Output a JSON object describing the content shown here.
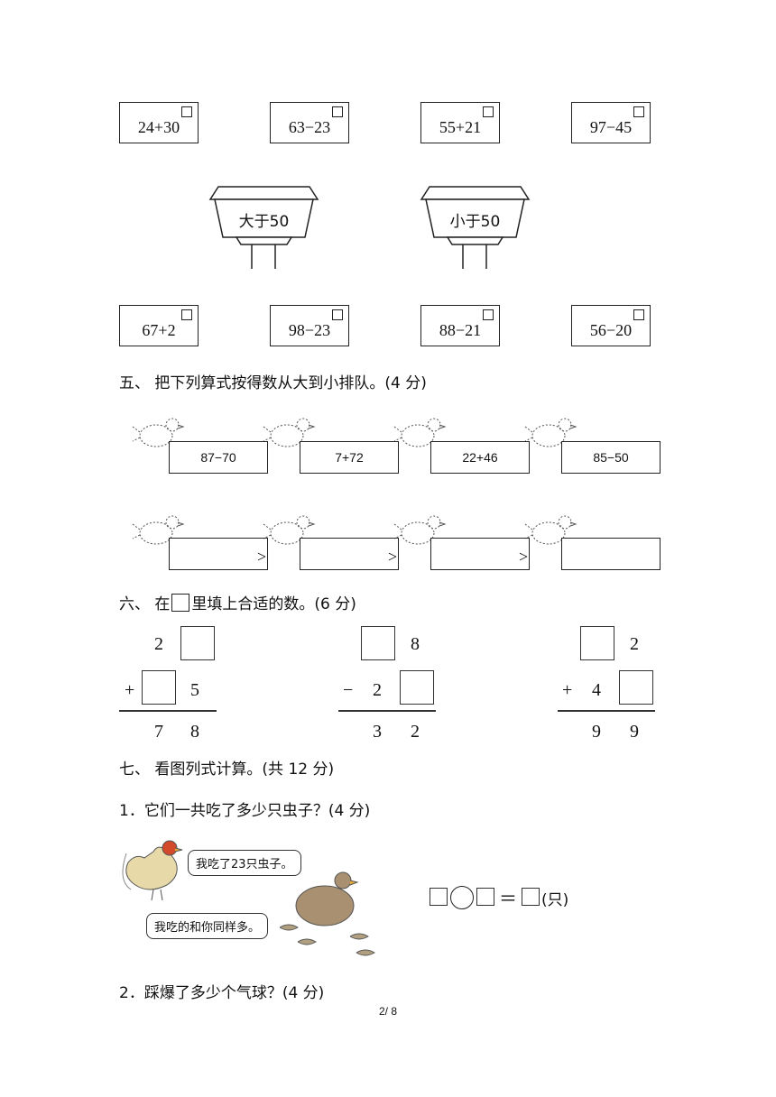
{
  "row1": [
    "24+30",
    "63−23",
    "55+21",
    "97−45"
  ],
  "mailbox_left": "大于50",
  "mailbox_right": "小于50",
  "row2": [
    "67+2",
    "98−23",
    "88−21",
    "56−20"
  ],
  "section5": {
    "title": "五、  把下列算式按得数从大到小排队。(4 分)",
    "exprs": [
      "87−70",
      "7+72",
      "22+46",
      "85−50"
    ],
    "gt": ">"
  },
  "section6": {
    "title_pre": "六、  在",
    "title_post": "里填上合适的数。(6 分)",
    "p1": {
      "top": "2",
      "op": "+",
      "bottom": "5",
      "res1": "7",
      "res2": "8"
    },
    "p2": {
      "top": "8",
      "op": "−",
      "bottom": "2",
      "res1": "3",
      "res2": "2"
    },
    "p3": {
      "top": "2",
      "op": "+",
      "bottom": "4",
      "res1": "9",
      "res2": "9"
    }
  },
  "section7": {
    "title": "七、  看图列式计算。(共 12 分)",
    "q1": "1．它们一共吃了多少只虫子？(4 分)",
    "bubble1": "我吃了23只虫子。",
    "bubble2": "我吃的和你同样多。",
    "equals": "＝",
    "unit": "(只)",
    "q2": "2．踩爆了多少个气球？(4 分)"
  },
  "page": "2/ 8"
}
